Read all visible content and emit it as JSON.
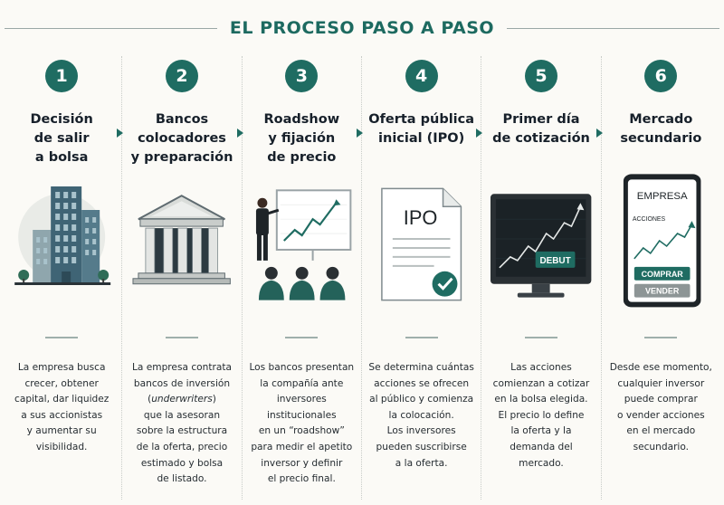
{
  "title": "EL PROCESO PASO A PASO",
  "steps": [
    {
      "number": "1",
      "title": [
        "Decisión",
        "de salir",
        "a bolsa"
      ],
      "desc": [
        "La empresa busca",
        "crecer, obtener",
        "capital, dar liquidez",
        "a sus accionistas",
        "y aumentar su",
        "visibilidad."
      ]
    },
    {
      "number": "2",
      "title": [
        "Bancos",
        "colocadores",
        "y preparación"
      ],
      "desc_parts": {
        "l1": "La empresa contrata",
        "l2": "bancos de inversión",
        "l3_open": "(",
        "l3_em": "underwriters",
        "l3_close": ")",
        "l4": "que la asesoran",
        "l5": "sobre la estructura",
        "l6": "de la oferta, precio",
        "l7": "estimado y bolsa",
        "l8": "de listado."
      }
    },
    {
      "number": "3",
      "title": [
        "Roadshow",
        "y fijación",
        "de precio"
      ],
      "desc": [
        "Los bancos presentan",
        "la compañía ante",
        "inversores",
        "institucionales",
        "en un “roadshow”",
        "para medir el apetito",
        "inversor y definir",
        "el precio final."
      ]
    },
    {
      "number": "4",
      "title": [
        "Oferta pública",
        "inicial (IPO)"
      ],
      "ipo_label": "IPO",
      "desc": [
        "Se determina cuántas",
        "acciones se ofrecen",
        "al público y comienza",
        "la colocación.",
        "Los inversores",
        "pueden suscribirse",
        "a la oferta."
      ]
    },
    {
      "number": "5",
      "title": [
        "Primer día",
        "de cotización"
      ],
      "debut_label": "DEBUT",
      "desc": [
        "Las acciones",
        "comienzan a cotizar",
        "en la bolsa elegida.",
        "El precio lo define",
        "la oferta y la",
        "demanda del",
        "mercado."
      ]
    },
    {
      "number": "6",
      "title": [
        "Mercado",
        "secundario"
      ],
      "phone": {
        "brand": "EMPRESA",
        "stocks": "ACCIONES",
        "buy": "COMPRAR",
        "sell": "VENDER"
      },
      "desc": [
        "Desde ese momento,",
        "cualquier inversor",
        "puede comprar",
        "o vender acciones",
        "en el mercado",
        "secundario."
      ]
    }
  ],
  "colors": {
    "accent": "#1f6c62",
    "text": "#1b2227",
    "background": "#fbfaf6"
  }
}
